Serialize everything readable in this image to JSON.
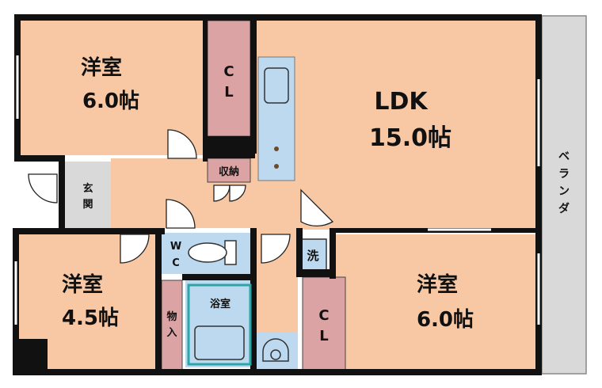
{
  "colors": {
    "room": "#f8c8a4",
    "closet": "#dba3a3",
    "wet": "#bcd9f0",
    "balcony": "#d9d9d9",
    "wall": "#111111",
    "bathtub_outline": "#2aa6a6"
  },
  "rooms": {
    "bedroom_top": {
      "name": "洋室",
      "size": "6.0帖"
    },
    "ldk": {
      "name": "LDK",
      "size": "15.0帖"
    },
    "bedroom_left": {
      "name": "洋室",
      "size": "4.5帖"
    },
    "bedroom_right": {
      "name": "洋室",
      "size": "6.0帖"
    },
    "closet_top": {
      "label": [
        "C",
        "L"
      ]
    },
    "closet_right": {
      "label": [
        "C",
        "L"
      ]
    },
    "storage": {
      "label": "収納"
    },
    "entrance": {
      "label": [
        "玄",
        "関"
      ]
    },
    "wc": {
      "label": [
        "W",
        "C"
      ]
    },
    "bath": {
      "label": "浴室"
    },
    "store": {
      "label": [
        "物",
        "入"
      ]
    },
    "laundry": {
      "label": "洗"
    },
    "balcony": {
      "label": [
        "ベ",
        "ラ",
        "ン",
        "ダ"
      ]
    }
  },
  "icons": [
    "kitchen-sink-icon",
    "stove-icon",
    "toilet-icon",
    "bathtub-icon",
    "washbasin-icon",
    "washing-machine-icon"
  ]
}
